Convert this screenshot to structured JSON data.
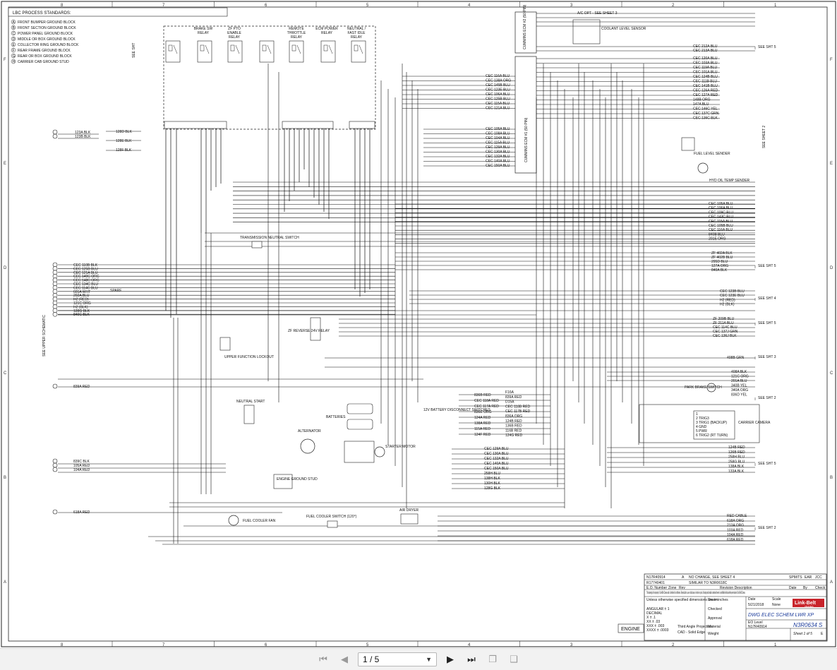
{
  "sheet": {
    "grid_cols": [
      "8",
      "7",
      "6",
      "5",
      "4",
      "3",
      "2",
      "1"
    ],
    "grid_rows": [
      "F",
      "E",
      "D",
      "C",
      "B",
      "A"
    ],
    "standards_title": "LBC PROCESS STANDARDS:",
    "standards": [
      {
        "key": "A",
        "text": "FRONT BUMPER GROUND BLOCK"
      },
      {
        "key": "B",
        "text": "FRONT SECTION GROUND BLOCK"
      },
      {
        "key": "C",
        "text": "POWER PANEL GROUND BLOCK"
      },
      {
        "key": "D",
        "text": "MIDDLE OR BOX GROUND BLOCK"
      },
      {
        "key": "E",
        "text": "COLLECTOR RING GROUND BLOCK"
      },
      {
        "key": "F",
        "text": "REAR FRAME GROUND BLOCK"
      },
      {
        "key": "G",
        "text": "REAR OR BOX GROUND BLOCK"
      },
      {
        "key": "H",
        "text": "CARRIER CAB GROUND STUD"
      }
    ],
    "relays": [
      "BRAKE SW RELAY",
      "ZF PTO ENABLE RELAY",
      "REMOTE THROTTLE RELAY",
      "ECM POWER RELAY",
      "NEUTRAL / FAST IDLE RELAY"
    ],
    "see_sht_left": "SEE SHT",
    "ecm_label": "CUMMINS ECM #1 (50 PIN)",
    "connector2_label": "CUMMINS ECM #2 (50 PIN)",
    "ac_label": "A/C OPT - SEE SHEET 3",
    "coolant_label": "COOLANT LEVEL SENSOR",
    "fuel_level_label": "FUEL LEVEL SENDER",
    "hyd_oil_label": "HYD OIL TEMP SENDER",
    "trans_label": "TRANSMISSION NEUTRAL SWITCH",
    "zf_reverse_label": "ZF REVERSE 24V RELAY",
    "upper_function_label": "UPPER FUNCTION LOCKOUT",
    "neutral_start_label": "NEUTRAL START",
    "batteries_label": "BATTERIES",
    "alternator_label": "ALTERNATOR",
    "starter_label": "STARTER MOTOR",
    "engine_ground_label": "ENGINE GROUND STUD",
    "battery_disconnect_label": "12V BATTERY DISCONNECT SWITCHES",
    "park_brake_label": "PARK BRAKE SWITCH",
    "carrier_camera_label": "CARRIER CAMERA",
    "camera_pins": [
      "1",
      "2 TRIG3",
      "3 TRIG1 (BACKUP)",
      "4 GND",
      "5 PWR",
      "6 TRIG2 (RT TURN)"
    ],
    "fuel_cooler_fan_label": "FUEL COOLER FAN",
    "fuel_cooler_switch_label": "FUEL COOLER SWITCH (120°)",
    "air_dryer_label": "AIR DRYER",
    "spare_label": "SPARE",
    "see_upper_schematic": "SEE UPPER SCHEMATIC",
    "see_sheet_2": "SEE SHEET 2",
    "right_refs": [
      "SEE SHT 5",
      "SEE SHT 5",
      "SEE SHT 4",
      "SEE SHT 5",
      "SEE SHT 3",
      "SEE SHT 2",
      "SEE SHT 5",
      "SEE SHT 2"
    ],
    "left_wires_top": [
      "123A BLK",
      "123B BLK",
      "128D BLK",
      "128E BLK",
      "128F BLK"
    ],
    "left_wires_mid": [
      "CEC 110B BLK",
      "CEC 125B BLU",
      "CEC 121A BLU",
      "CEC 149C ORG",
      "CEC 148C ORG",
      "CEC 134C BLU",
      "CEC 114C BLU",
      "601A WHT",
      "202A BLU",
      "H2 (RED)",
      "121C ORG",
      "H2 (BLK)",
      "128G BLK",
      "840C BLK"
    ],
    "left_wires_low": [
      "839A RED"
    ],
    "left_wires_b": [
      "839C BLK",
      "105A RED",
      "104A RED"
    ],
    "left_wires_bottom": [
      "618A RED"
    ],
    "ecm_pin_wires": [
      "CEC 116A BLU",
      "CEC 138A ORG",
      "CEC 145B BLU",
      "CEC 123E BLU",
      "CEC 106A BLU",
      "CEC 125B BLU",
      "CEC 115A BLU",
      "CEC 121A BLU"
    ],
    "ecm_pin_wires2": [
      "CEC 105A BLU",
      "CEC 108A BLU",
      "CEC 104A BLU",
      "CEC 115A BLU",
      "CEC 129A BLU",
      "CEC 130A BLU",
      "CEC 132A BLU",
      "CEC 140A BLU",
      "CEC 150A BLU"
    ],
    "right_bus_a": [
      "CEC 212A BLU",
      "CEC 213A BLU"
    ],
    "right_bus_b": [
      "CEC 120A BLU",
      "CEC 103A BLU",
      "CEC 119A BLU",
      "CEC 101A BLU",
      "CEC 124B BLU",
      "CEC 111B BLU",
      "CEC 141B BLU",
      "CEC 126A RED",
      "CEC 127A RED",
      "148B ORG",
      "147A BLU",
      "CEC 146C YEL",
      "CEC 137C GRN",
      "CEC 136C BLK"
    ],
    "right_bus_c": [
      "CEC 105A BLU",
      "CEC 106A BLU",
      "CEC 109C BLU",
      "CEC 143C BLU",
      "CEC 115A BLU",
      "CEC 105B BLU",
      "CEC 116A BLU",
      "840B BLU",
      "201E ORG"
    ],
    "right_bus_d": [
      "ZF 402A BLK",
      "ZF 402B BLU",
      "295D BLU",
      "127A ORG",
      "840A BLK"
    ],
    "right_bus_e": [
      "CEC 123B BLU",
      "CEC 123E BLU",
      "H2 (RED)",
      "H2 (BLK)"
    ],
    "right_bus_f": [
      "ZF 209B BLU",
      "ZF 211A BLU",
      "CEC 114C BLU",
      "CEC 137J GRN",
      "CEC 136J BLK"
    ],
    "right_bus_g": [
      "408B GRN"
    ],
    "right_bus_h": [
      "408A BLK",
      "121C ORG",
      "201A BLU",
      "340B YEL",
      "340A ORG",
      "836D YEL"
    ],
    "right_bus_i": [
      "124B RED",
      "126B RED",
      "258H BLU",
      "258G BLU",
      "138A BLK",
      "133A BLK"
    ],
    "right_bus_j": [
      "RED CABLE",
      "618A ORG",
      "213A ORG",
      "103A RED",
      "104A RED",
      "618A RED"
    ],
    "battery_wires": [
      "836B RED",
      "CEC 118A RED",
      "CEC 117A RED",
      "836E ORG",
      "124A RED",
      "138A RED",
      "115A RED",
      "124F RED"
    ],
    "battery_wires_r": [
      "F16A",
      "839A RED",
      "D15A",
      "CEC 118B RED",
      "CEC 117B RED",
      "836A ORG",
      "124B RED",
      "136B RED",
      "116B RED",
      "124G RED"
    ],
    "lower_bus": [
      "CEC 129A BLU",
      "CEC 130A BLU",
      "CEC 132A BLU",
      "CEC 140A BLU",
      "CEC 150A BLU",
      "258H BLU",
      "138H BLK",
      "130H BLK",
      "128G BLK"
    ],
    "title_block": {
      "rows": [
        {
          "id": "N17R40914",
          "c": "A",
          "desc": "NO CHANGE, SEE SHEET 4",
          "by": "SPM/TS",
          "chk": "EAR",
          "app": "JCC"
        },
        {
          "id": "R17740401",
          "c": "",
          "desc": "SIMILAR TO N3R0618C",
          "by": "",
          "chk": "",
          "app": ""
        }
      ],
      "header": [
        "E.O. Number",
        "Zone",
        "Rev",
        "Revision Description",
        "Date",
        "By",
        "Check"
      ],
      "notice": "This drawing is the property of Link-Belt Cranes and is furnished in confidence. Reproduction, use or disclosure, in whole or part, of design and details contained herein is prohibited without written permission of Link-Belt Cranes.",
      "tolerances": [
        "ANGULAR ± 1",
        "DECIMAL",
        "X ± .1",
        "XX ± .03",
        "XXX ± .003",
        "XXXX ± .0003"
      ],
      "tolerance_note": "Unless otherwise specified dimensions are in inches",
      "drawn_label": "Drawn",
      "date_label": "Date",
      "date": "5/21/2018",
      "scale_label": "Scale",
      "scale": "None",
      "checked_label": "Checked",
      "approval_label": "Approval",
      "eo_label": "EO Level",
      "eo": "N17R40914",
      "material_label": "Material",
      "weight_label": "Weight",
      "projection_label": "Third Angle Projection",
      "cad_label": "CAD - Solid Edge",
      "company": "Link-Belt",
      "company_sub": "CRANES",
      "title": "DWG ELEC SCHEM LWR XP",
      "part_label": "Part No.",
      "part": "N3R0634 S",
      "sheet": "Sheet 1 of 5",
      "rev": "E",
      "block_tag": "ENGINE"
    }
  },
  "viewer": {
    "page_display": "1 / 5",
    "first_icon": "first-page-icon",
    "prev_icon": "previous-page-icon",
    "next_icon": "next-page-icon",
    "last_icon": "last-page-icon",
    "fit_icon": "fit-page-icon",
    "rotate_icon": "rotate-page-icon"
  }
}
